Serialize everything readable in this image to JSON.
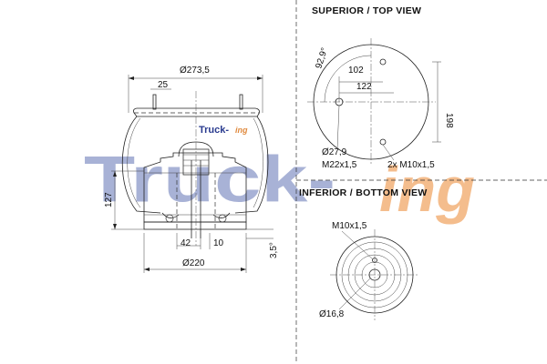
{
  "watermark": {
    "prefix": "Truck-",
    "suffix": "ing",
    "color_prefix": "#9aa5cf",
    "color_suffix": "#f3b27a"
  },
  "side_view": {
    "logo": {
      "prefix": "Truck-",
      "suffix": "ing"
    },
    "dims": {
      "top_diameter": "Ø273,5",
      "offset_top": "25",
      "height": "127",
      "dim_42": "42",
      "dim_10": "10",
      "dim_3_5": "3,5°",
      "bottom_diameter": "Ø220"
    }
  },
  "top_view": {
    "header": "SUPERIOR / TOP VIEW",
    "dims": {
      "angle": "92,9°",
      "d102": "102",
      "d122": "122",
      "d198": "198",
      "d27_9": "Ø27,9",
      "m22": "M22x1,5",
      "m10x2": "2x M10x1,5"
    }
  },
  "bottom_view": {
    "header": "INFERIOR / BOTTOM VIEW",
    "dims": {
      "m10": "M10x1,5",
      "d16_8": "Ø16,8"
    }
  }
}
